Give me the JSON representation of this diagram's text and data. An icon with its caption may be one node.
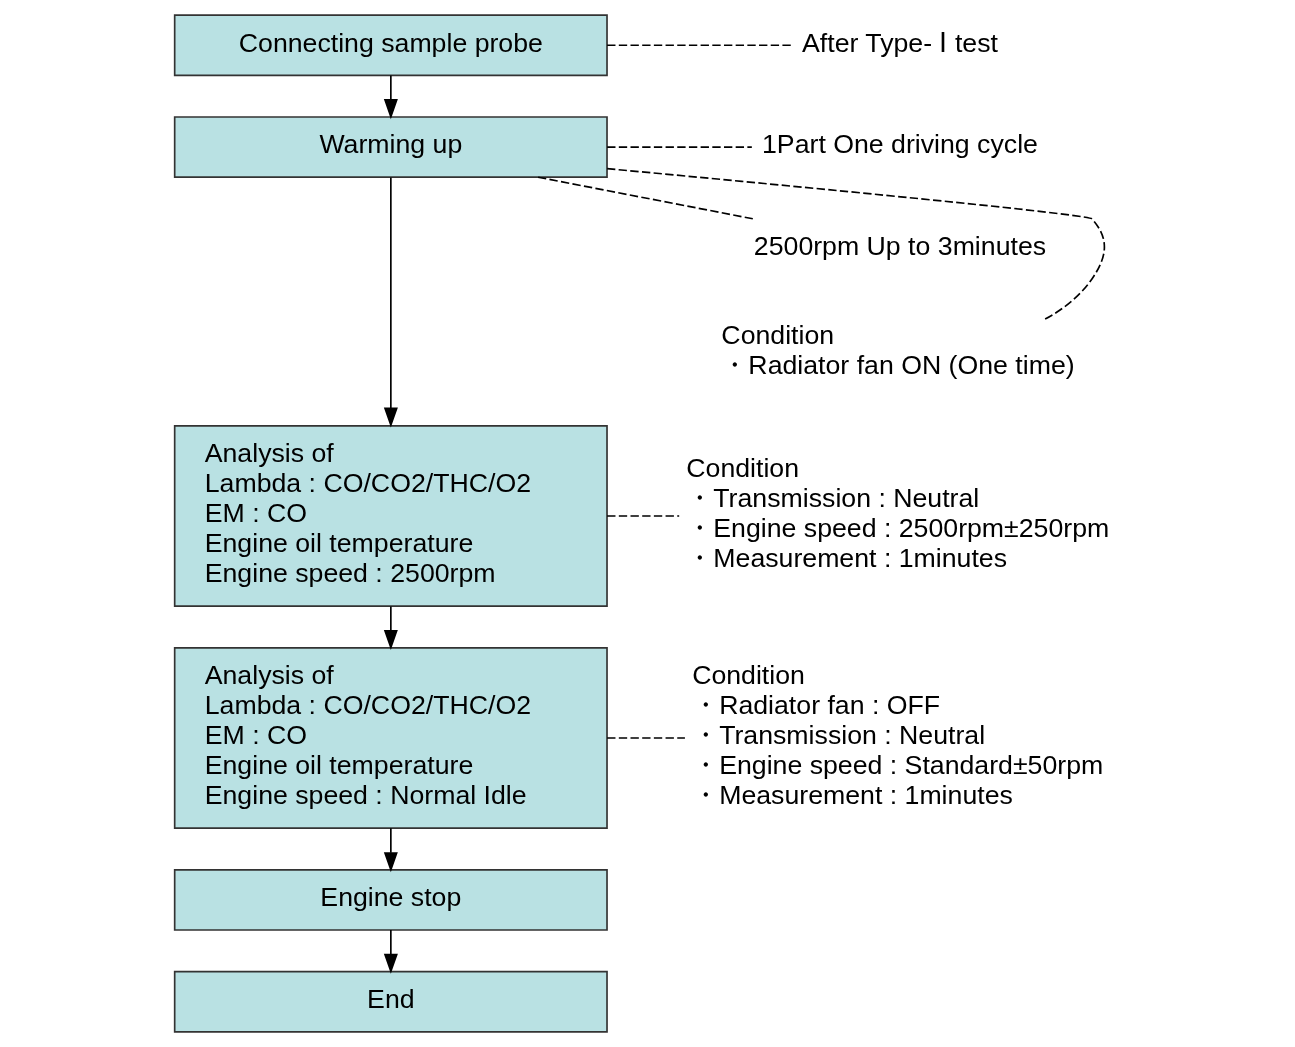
{
  "diagram": {
    "nodes": [
      {
        "text": [
          "Connecting sample probe"
        ]
      },
      {
        "text": [
          "Warming up"
        ]
      },
      {
        "text": [
          "Analysis of",
          "Lambda : CO/CO2/THC/O2",
          "EM : CO",
          "Engine oil temperature",
          "Engine speed : 2500rpm"
        ]
      },
      {
        "text": [
          "Analysis of",
          "Lambda : CO/CO2/THC/O2",
          "EM : CO",
          "Engine oil temperature",
          "Engine speed : Normal Idle"
        ]
      },
      {
        "text": [
          "Engine stop"
        ]
      },
      {
        "text": [
          "End"
        ]
      },
      {
        "text": [
          "After Type- Ⅰ test"
        ]
      },
      {
        "text": [
          "1Part One driving cycle"
        ]
      },
      {
        "text": [
          "2500rpm Up to 3minutes"
        ]
      },
      {
        "text": [
          "Condition",
          "・Radiator fan ON (One time)"
        ]
      },
      {
        "text": [
          "Condition",
          "・Transmission : Neutral",
          "・Engine speed : 2500rpm±250rpm",
          "・Measurement : 1minutes"
        ]
      },
      {
        "text": [
          "Condition",
          "・Radiator fan : OFF",
          "・Transmission : Neutral",
          "・Engine speed : Standard±50rpm",
          "・Measurement : 1minutes"
        ]
      }
    ],
    "edges": [
      {
        "from": 0,
        "to": 1,
        "arrow": "to"
      },
      {
        "from": 1,
        "to": 2,
        "arrow": "to"
      },
      {
        "from": 2,
        "to": 3,
        "arrow": "to"
      },
      {
        "from": 3,
        "to": 4,
        "arrow": "to"
      },
      {
        "from": 4,
        "to": 5,
        "arrow": "to"
      },
      {
        "from": 0,
        "to": 6,
        "arrow": "none",
        "style": "dashed"
      },
      {
        "from": 1,
        "to": 7,
        "arrow": "none",
        "style": "dashed"
      },
      {
        "from": 1,
        "to": 8,
        "arrow": "none",
        "style": "dashed"
      },
      {
        "from": 1,
        "to": 9,
        "arrow": "none",
        "style": "dashed"
      },
      {
        "from": 2,
        "to": 10,
        "arrow": "none",
        "style": "dashed"
      },
      {
        "from": 3,
        "to": 11,
        "arrow": "none",
        "style": "dashed"
      }
    ]
  }
}
